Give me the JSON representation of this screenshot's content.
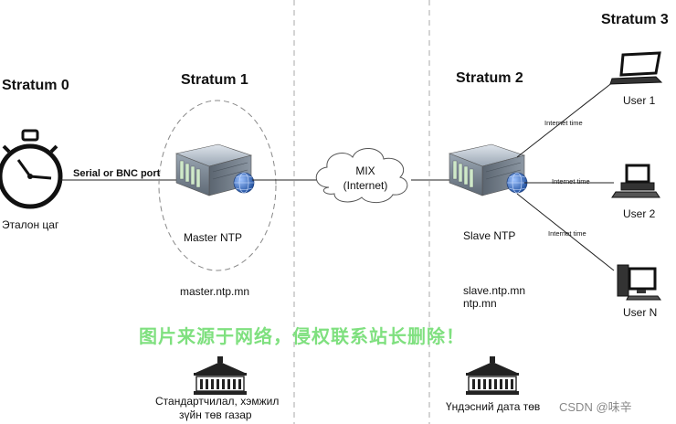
{
  "strata": {
    "s0": "Stratum 0",
    "s1": "Stratum 1",
    "s2": "Stratum 2",
    "s3": "Stratum 3"
  },
  "clock": {
    "label": "Эталон цаг",
    "icon": "stopwatch-icon"
  },
  "link_clock_master": "Serial or BNC port",
  "master": {
    "label": "Master NTP",
    "host": "master.ntp.mn",
    "icon": "server-icon"
  },
  "cloud": {
    "line1": "MIX",
    "line2": "(Internet)",
    "icon": "cloud-icon"
  },
  "slave": {
    "label": "Slave NTP",
    "host1": "slave.ntp.mn",
    "host2": "ntp.mn",
    "icon": "server-icon"
  },
  "users": [
    {
      "label": "User 1",
      "link": "Internet time",
      "icon": "laptop-icon"
    },
    {
      "label": "User 2",
      "link": "Internet time",
      "icon": "desktop-icon"
    },
    {
      "label": "User N",
      "link": "Internet time",
      "icon": "tower-pc-icon"
    }
  ],
  "buildings": [
    {
      "line1": "Стандартчилал, хэмжил",
      "line2": "зүйн төв газар",
      "icon": "government-building-icon"
    },
    {
      "line1": "Үндэсний дата төв",
      "icon": "government-building-icon"
    }
  ],
  "watermark": "图片来源于网络，侵权联系站长删除！",
  "credit": "CSDN @味辛",
  "colors": {
    "watermark": "#7fe07f",
    "server_body": "#6f7a86",
    "globe": "#2f5fb0"
  }
}
